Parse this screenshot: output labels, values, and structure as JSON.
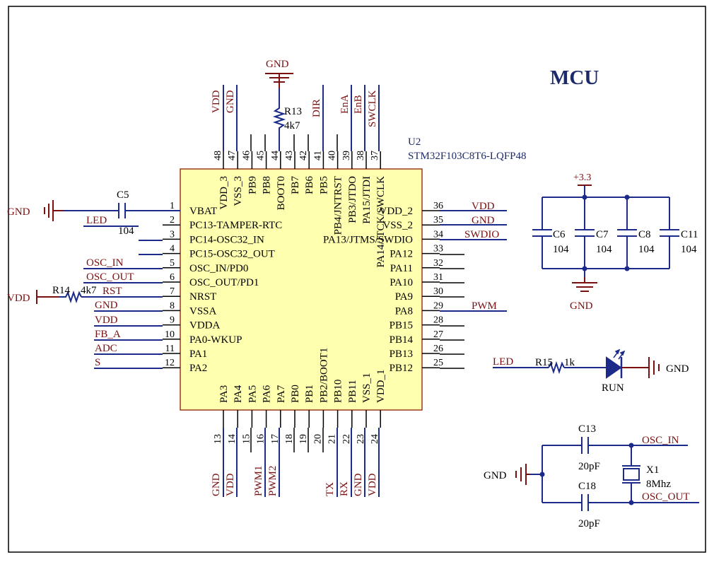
{
  "title": "MCU",
  "chip": {
    "designator": "U2",
    "part": "STM32F103C8T6-LQFP48",
    "left_pins": [
      {
        "num": "1",
        "name": "VBAT"
      },
      {
        "num": "2",
        "name": "PC13-TAMPER-RTC"
      },
      {
        "num": "3",
        "name": "PC14-OSC32_IN"
      },
      {
        "num": "4",
        "name": "PC15-OSC32_OUT"
      },
      {
        "num": "5",
        "name": "OSC_IN/PD0"
      },
      {
        "num": "6",
        "name": "OSC_OUT/PD1"
      },
      {
        "num": "7",
        "name": "NRST"
      },
      {
        "num": "8",
        "name": "VSSA"
      },
      {
        "num": "9",
        "name": "VDDA"
      },
      {
        "num": "10",
        "name": "PA0-WKUP"
      },
      {
        "num": "11",
        "name": "PA1"
      },
      {
        "num": "12",
        "name": "PA2"
      }
    ],
    "right_pins": [
      {
        "num": "36",
        "name": "VDD_2"
      },
      {
        "num": "35",
        "name": "VSS_2"
      },
      {
        "num": "34",
        "name": "PA13/JTMS/SWDIO"
      },
      {
        "num": "33",
        "name": "PA12"
      },
      {
        "num": "32",
        "name": "PA11"
      },
      {
        "num": "31",
        "name": "PA10"
      },
      {
        "num": "30",
        "name": "PA9"
      },
      {
        "num": "29",
        "name": "PA8"
      },
      {
        "num": "28",
        "name": "PB15"
      },
      {
        "num": "27",
        "name": "PB14"
      },
      {
        "num": "26",
        "name": "PB13"
      },
      {
        "num": "25",
        "name": "PB12"
      }
    ],
    "top_pins": [
      {
        "num": "48",
        "name": "VDD_3"
      },
      {
        "num": "47",
        "name": "VSS_3"
      },
      {
        "num": "46",
        "name": "PB9"
      },
      {
        "num": "45",
        "name": "PB8"
      },
      {
        "num": "44",
        "name": "BOOT0"
      },
      {
        "num": "43",
        "name": "PB7"
      },
      {
        "num": "42",
        "name": "PB6"
      },
      {
        "num": "41",
        "name": "PB5"
      },
      {
        "num": "40",
        "name": "PB4/JNTRST"
      },
      {
        "num": "39",
        "name": "PB3/JTDO"
      },
      {
        "num": "38",
        "name": "PA15/JTDI"
      },
      {
        "num": "37",
        "name": "PA14/JTCK/SWCLK"
      }
    ],
    "bottom_pins": [
      {
        "num": "13",
        "name": "PA3"
      },
      {
        "num": "14",
        "name": "PA4"
      },
      {
        "num": "15",
        "name": "PA5"
      },
      {
        "num": "16",
        "name": "PA6"
      },
      {
        "num": "17",
        "name": "PA7"
      },
      {
        "num": "18",
        "name": "PB0"
      },
      {
        "num": "19",
        "name": "PB1"
      },
      {
        "num": "20",
        "name": "PB2/BOOT1"
      },
      {
        "num": "21",
        "name": "PB10"
      },
      {
        "num": "22",
        "name": "PB11"
      },
      {
        "num": "23",
        "name": "VSS_1"
      },
      {
        "num": "24",
        "name": "VDD_1"
      }
    ]
  },
  "nets": {
    "left": [
      "GND",
      "LED",
      "OSC_IN",
      "OSC_OUT",
      "VDD",
      "RST",
      "GND",
      "VDD",
      "FB_A",
      "ADC",
      "S"
    ],
    "right": [
      "VDD",
      "GND",
      "SWDIO",
      "PWM"
    ],
    "top": [
      "VDD",
      "GND",
      "GND",
      "DIR",
      "EnA",
      "EnB",
      "SWCLK"
    ],
    "bottom": [
      "GND",
      "VDD",
      "PWM1",
      "PWM2",
      "TX",
      "RX",
      "GND",
      "VDD"
    ]
  },
  "components": {
    "c5": {
      "ref": "C5",
      "value": "104"
    },
    "r14": {
      "ref": "R14",
      "value": "4k7"
    },
    "r13": {
      "ref": "R13",
      "value": "4k7"
    },
    "decoupling": {
      "supply": "+3.3",
      "gnd": "GND",
      "caps": [
        {
          "ref": "C6",
          "value": "104"
        },
        {
          "ref": "C7",
          "value": "104"
        },
        {
          "ref": "C8",
          "value": "104"
        },
        {
          "ref": "C11",
          "value": "104"
        }
      ]
    },
    "led": {
      "net": "LED",
      "ref": "R15",
      "value": "1k",
      "diode": "RUN",
      "gnd": "GND"
    },
    "crystal": {
      "gnd": "GND",
      "c13": {
        "ref": "C13",
        "value": "20pF"
      },
      "c18": {
        "ref": "C18",
        "value": "20pF"
      },
      "x1": {
        "ref": "X1",
        "value": "8Mhz"
      },
      "osc_in": "OSC_IN",
      "osc_out": "OSC_OUT"
    }
  },
  "colors": {
    "wire": "#1c2a8a",
    "net_label": "#7a0f0f",
    "chip_fill": "#ffffb0",
    "chip_stroke": "#9a3a1a",
    "title": "#1c2a6b"
  }
}
